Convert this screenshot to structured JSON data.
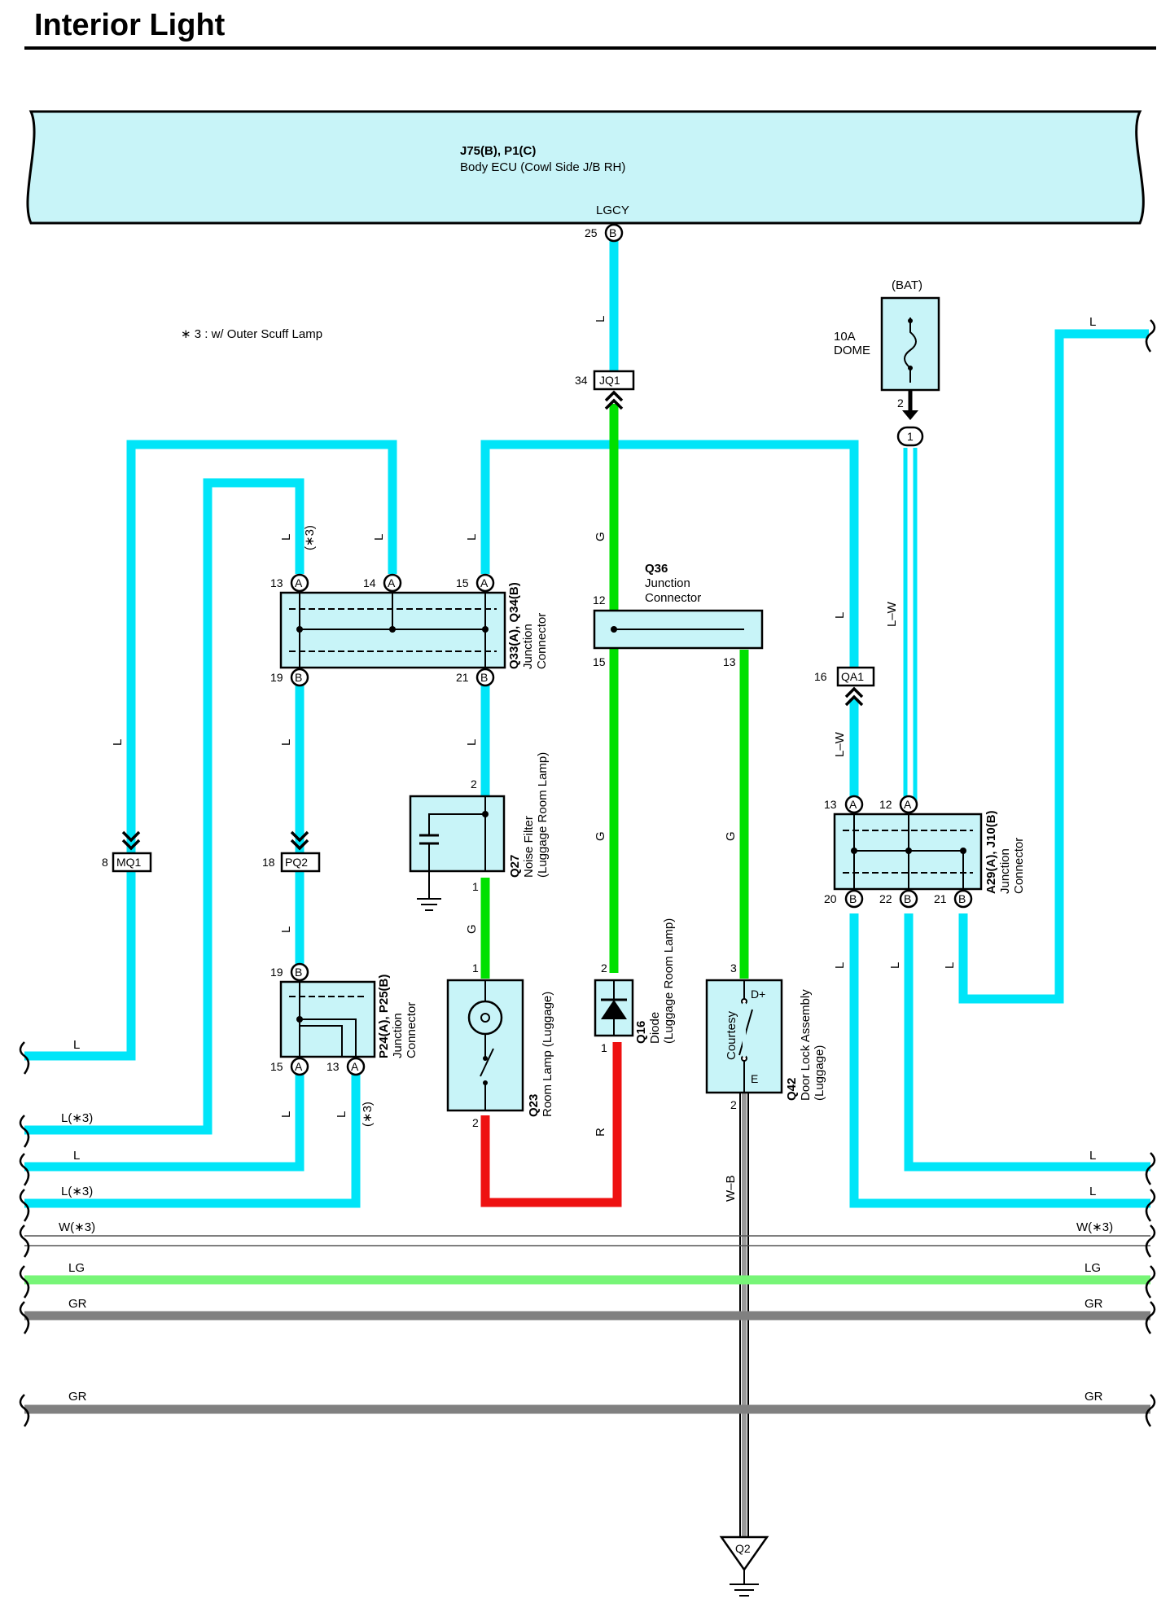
{
  "title": "Interior Light",
  "ecu": {
    "code": "J75(B), P1(C)",
    "name": "Body ECU (Cowl Side J/B RH)",
    "terminal": "LGCY",
    "pin_num": "25",
    "pin_letter": "B"
  },
  "note": "∗ 3 : w/ Outer Scuff Lamp",
  "fuse": {
    "supply": "(BAT)",
    "rating": "10A",
    "name": "DOME",
    "pin": "2",
    "conn_pin": "1"
  },
  "connectors": {
    "jq1": {
      "code": "JQ1",
      "pin": "34"
    },
    "qa1": {
      "code": "QA1",
      "pin": "16"
    },
    "mq1": {
      "code": "MQ1",
      "pin": "8"
    },
    "pq2": {
      "code": "PQ2",
      "pin": "18"
    },
    "q2": {
      "code": "Q2"
    }
  },
  "jc_q33": {
    "code": "Q33(A), Q34(B)",
    "line1": "Junction",
    "line2": "Connector",
    "pins": [
      {
        "num": "13",
        "letter": "A"
      },
      {
        "num": "14",
        "letter": "A"
      },
      {
        "num": "15",
        "letter": "A"
      },
      {
        "num": "19",
        "letter": "B"
      },
      {
        "num": "21",
        "letter": "B"
      }
    ]
  },
  "jc_q36": {
    "code": "Q36",
    "line1": "Junction",
    "line2": "Connector",
    "pin_in": "12",
    "pin_left": "15",
    "pin_right": "13"
  },
  "jc_a29": {
    "code": "A29(A), J10(B)",
    "line1": "Junction",
    "line2": "Connector",
    "pins": [
      {
        "num": "13",
        "letter": "A"
      },
      {
        "num": "12",
        "letter": "A"
      },
      {
        "num": "20",
        "letter": "B"
      },
      {
        "num": "22",
        "letter": "B"
      },
      {
        "num": "21",
        "letter": "B"
      }
    ]
  },
  "jc_p24": {
    "code": "P24(A), P25(B)",
    "line1": "Junction",
    "line2": "Connector",
    "pins": [
      {
        "num": "19",
        "letter": "B"
      },
      {
        "num": "15",
        "letter": "A"
      },
      {
        "num": "13",
        "letter": "A"
      }
    ]
  },
  "q27": {
    "code": "Q27",
    "line1": "Noise Filter",
    "line2": "(Luggage Room Lamp)",
    "pin_top": "2",
    "pin_bottom": "1"
  },
  "q23": {
    "code": "Q23",
    "line1": "Room Lamp (Luggage)",
    "pin_top": "1",
    "pin_bottom": "2"
  },
  "q16": {
    "code": "Q16",
    "line1": "Diode",
    "line2": "(Luggage Room Lamp)",
    "pin_top": "2",
    "pin_bottom": "1"
  },
  "q42": {
    "code": "Q42",
    "line1": "Door Lock Assembly",
    "line2": "(Luggage)",
    "inner": "Courtesy",
    "term_d": "D+",
    "term_e": "E",
    "pin_top": "3",
    "pin_bottom": "2"
  },
  "wire_labels": {
    "l": "L",
    "l3": "L(∗3)",
    "w3": "W(∗3)",
    "lg": "LG",
    "gr": "GR",
    "g": "G",
    "r": "R",
    "lw": "L–W",
    "wb": "W–B",
    "star3": "(∗3)"
  },
  "colors": {
    "light_blue": "#00e5f8",
    "green": "#00e000",
    "red": "#ee1111",
    "light_green": "#77f577",
    "gray": "#808080",
    "fill": "#c8f4f8"
  }
}
